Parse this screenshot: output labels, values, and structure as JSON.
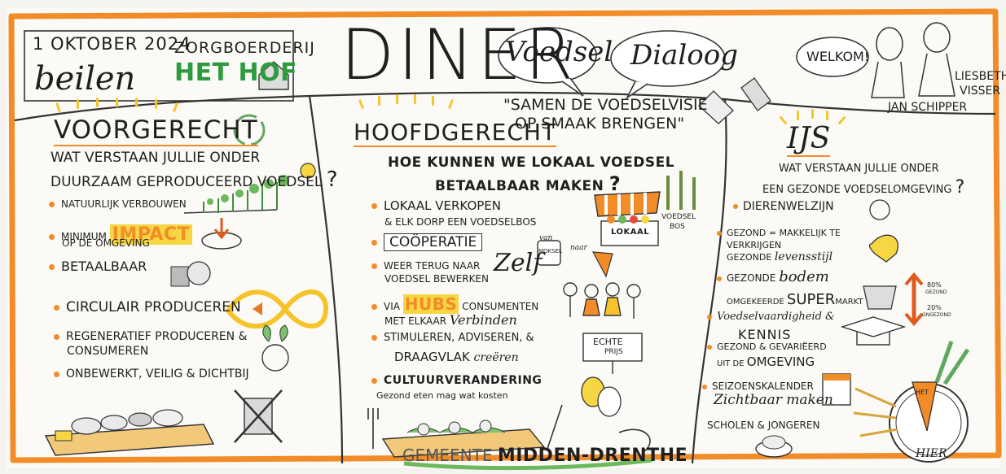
{
  "header": {
    "date": "1 OKTOBER 2024",
    "place": "beilen",
    "venue_line1": "ZORGBOERDERIJ",
    "venue_line2": "HET HOF",
    "title": "DINER",
    "dialog_word1": "Voedsel",
    "dialog_word2": "Dialoog",
    "subtitle_line1": "\"SAMEN DE VOEDSELVISIE",
    "subtitle_line2": "OP SMAAK BRENGEN\"",
    "welcome": "WELKOM!",
    "person_right_line1": "LIESBETH",
    "person_right_line2": "VISSER",
    "person_left": "JAN SCHIPPER"
  },
  "left": {
    "title": "VOORGERECHT",
    "question_line1": "WAT VERSTAAN JULLIE ONDER",
    "question_line2": "DUURZAAM GEPRODUCEERD VOEDSEL",
    "question_mark": "?",
    "items": [
      {
        "pre": "NATUURLIJK VERBOUWEN"
      },
      {
        "pre": "MINIMUM",
        "emph": "IMPACT",
        "post": "OP DE OMGEVING"
      },
      {
        "pre": "BETAALBAAR"
      },
      {
        "pre": "CIRCULAIR PRODUCEREN"
      },
      {
        "pre": "REGENERATIEF PRODUCEREN &",
        "post": "CONSUMEREN"
      },
      {
        "pre": "ONBEWERKT, VEILIG & DICHTBIJ"
      }
    ]
  },
  "middle": {
    "title": "HOOFDGERECHT",
    "question_line1": "HOE KUNNEN WE LOKAAL VOEDSEL",
    "question_line2": "BETAALBAAR MAKEN",
    "question_mark": "?",
    "items": [
      {
        "line1": "LOKAAL VERKOPEN",
        "line2": "& ELK DORP EEN VOEDSELBOS"
      },
      {
        "line1": "COÖPERATIE"
      },
      {
        "line1": "WEER TERUG NAAR",
        "line2": "VOEDSEL BEWERKEN",
        "emph": "Zelf"
      },
      {
        "line1_a": "VIA",
        "line1_b": "HUBS",
        "line1_c": "CONSUMENTEN",
        "line2_a": "MET ELKAAR",
        "line2_b": "Verbinden"
      },
      {
        "line1": "STIMULEREN, ADVISEREN, &",
        "line2": "DRAAGVLAK",
        "line2_b": "creëren"
      },
      {
        "line1": "CULTUURVERANDERING",
        "line2": "Gezond eten mag wat kosten"
      }
    ],
    "stall_label": "LOKAAL",
    "voedselbos_line1": "VOEDSEL",
    "voedselbos_line2": "BOS",
    "jar_label": "MOKSEL",
    "van": "van",
    "naar": "naar",
    "echte_prijs_line1": "ECHTE",
    "echte_prijs_line2": "PRIJS",
    "footer": "GEMEENTE",
    "footer_bold": "MIDDEN-DRENTHE"
  },
  "right": {
    "title": "IJS",
    "question_line1": "WAT VERSTAAN JULLIE ONDER",
    "question_line2": "EEN GEZONDE VOEDSELOMGEVING",
    "question_mark": "?",
    "items": [
      {
        "line1": "DIERENWELZIJN"
      },
      {
        "line1": "GEZOND = MAKKELIJK TE",
        "line2": "VERKRIJGEN",
        "line3": "GEZONDE",
        "line3_b": "levensstijl"
      },
      {
        "line1": "GEZONDE",
        "line1_b": "bodem"
      },
      {
        "line1": "OMGEKEERDE",
        "line1_b": "SUPER",
        "line1_c": "MARKT"
      },
      {
        "line1": "Voedselvaardigheid &",
        "line2": "KENNIS"
      },
      {
        "line1": "GEZOND & GEVARIËERD",
        "line2": "UIT DE",
        "line2_b": "OMGEVING"
      },
      {
        "line1": "SEIZOENSKALENDER",
        "line2": "Zichtbaar maken"
      },
      {
        "line1": "SCHOLEN & JONGEREN"
      }
    ],
    "pct_top": "80%",
    "pct_top_label": "GEZOND",
    "pct_bottom": "20%",
    "pct_bottom_label": "ONGEZOND",
    "logo_top": "HET",
    "logo_bottom": "HIER"
  },
  "colors": {
    "orange": "#f28c28",
    "yellow": "#f6d743",
    "green": "#2e9b3e",
    "ink": "#1f1f1f",
    "paper": "#fbfaf6"
  }
}
